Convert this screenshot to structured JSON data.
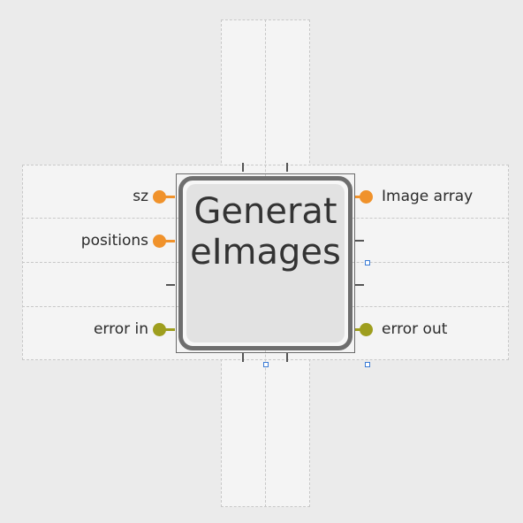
{
  "node": {
    "title": "GenerateImages"
  },
  "inputs": [
    {
      "label": "sz",
      "color": "#f0922b"
    },
    {
      "label": "positions",
      "color": "#f0922b"
    },
    {
      "label": "error in",
      "color": "#9e9e1e"
    }
  ],
  "outputs": [
    {
      "label": "Image array",
      "color": "#f0922b"
    },
    {
      "label": "error out",
      "color": "#9e9e1e"
    }
  ]
}
